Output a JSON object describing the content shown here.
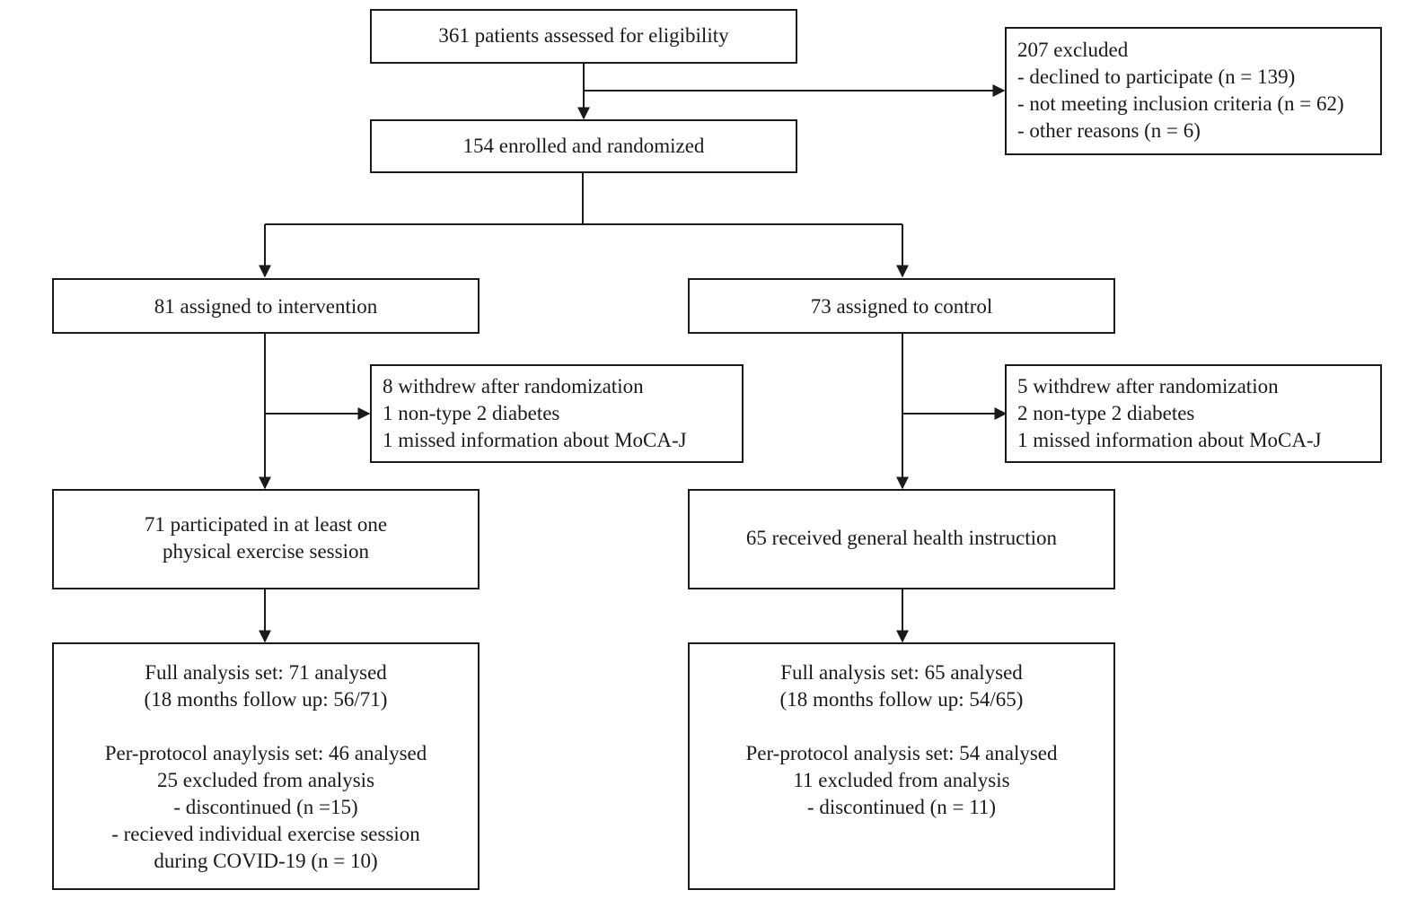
{
  "flowchart": {
    "assessed": "361 patients assessed for eligibility",
    "excluded": {
      "title": "207 excluded",
      "items": [
        "- declined to participate (n = 139)",
        "- not meeting inclusion criteria (n = 62)",
        "- other reasons (n = 6)"
      ]
    },
    "randomized": "154 enrolled and randomized",
    "intervention": {
      "assigned": "81 assigned to intervention",
      "withdrew": [
        "8 withdrew after randomization",
        "1 non-type 2 diabetes",
        "1 missed information about MoCA-J"
      ],
      "participated": [
        "71 participated in at least one",
        "physical exercise session"
      ],
      "analysis_full": [
        "Full analysis set: 71 analysed",
        "(18 months follow up: 56/71)"
      ],
      "analysis_pp": [
        "Per-protocol anaylysis set: 46 analysed",
        "25 excluded from analysis",
        "- discontinued (n =15)",
        "- recieved individual exercise session",
        "during COVID-19 (n = 10)"
      ]
    },
    "control": {
      "assigned": "73 assigned to control",
      "withdrew": [
        "5 withdrew after randomization",
        "2 non-type 2 diabetes",
        "1 missed information about MoCA-J"
      ],
      "received": "65 received general health instruction",
      "analysis_full": [
        "Full analysis set: 65 analysed",
        "(18 months follow up: 54/65)"
      ],
      "analysis_pp": [
        "Per-protocol analysis set: 54 analysed",
        "11 excluded from analysis",
        "- discontinued (n = 11)"
      ]
    }
  }
}
